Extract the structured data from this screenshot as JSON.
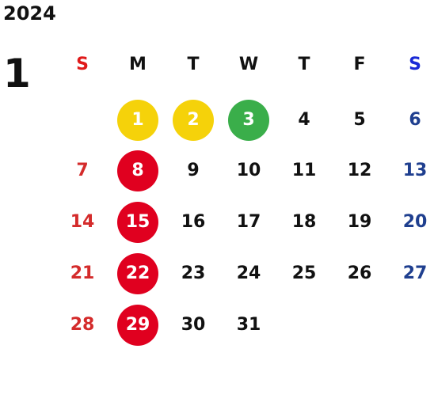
{
  "calendar": {
    "year": "2024",
    "month": "1",
    "weekdays": [
      "S",
      "M",
      "T",
      "W",
      "T",
      "F",
      "S"
    ],
    "weeks": [
      [
        "",
        "1",
        "2",
        "3",
        "4",
        "5",
        "6"
      ],
      [
        "7",
        "8",
        "9",
        "10",
        "11",
        "12",
        "13"
      ],
      [
        "14",
        "15",
        "16",
        "17",
        "18",
        "19",
        "20"
      ],
      [
        "21",
        "22",
        "23",
        "24",
        "25",
        "26",
        "27"
      ],
      [
        "28",
        "29",
        "30",
        "31",
        "",
        "",
        ""
      ]
    ],
    "highlights": {
      "1": "yellow",
      "2": "yellow",
      "3": "green",
      "8": "red",
      "15": "red",
      "22": "red",
      "29": "red"
    }
  },
  "colors": {
    "text": "#111111",
    "sunday_header": "#e01a1a",
    "saturday_header": "#1a2ad6",
    "sunday": "#d42b2b",
    "saturday": "#1f3f8f",
    "yellow": "#f5d20a",
    "green": "#3aae4a",
    "red": "#e0001f",
    "circle_text": "#ffffff"
  }
}
